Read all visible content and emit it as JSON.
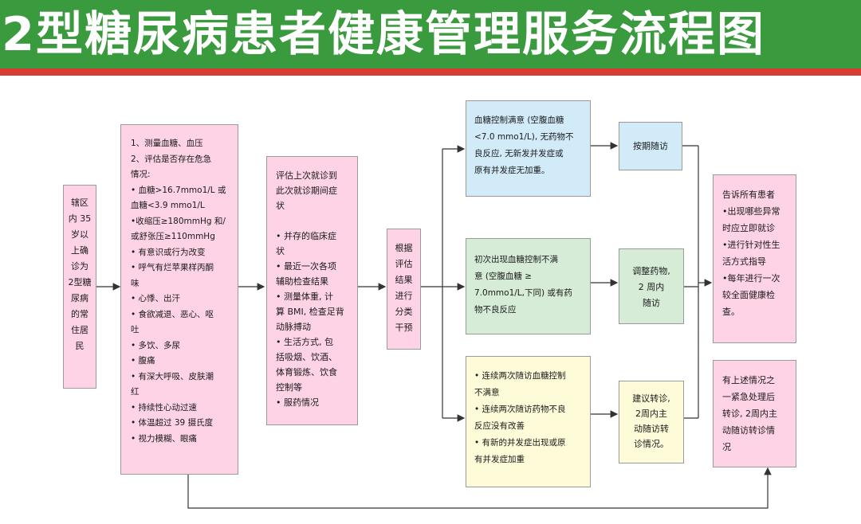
{
  "title": "2型糖尿病患者健康管理服务流程图",
  "colors": {
    "banner": "#3a9a3e",
    "accent_line": "#d93a34",
    "pink": "#fdd3e5",
    "blue": "#d2ebf9",
    "green": "#d6ecd6",
    "yellow": "#fdfbd8"
  },
  "nodes": {
    "residents": [
      "辖区",
      "内 35",
      "岁以",
      "上确",
      "诊为",
      "2型糖",
      "尿病",
      "的常",
      "住居",
      "民"
    ],
    "assessment": [
      "1、测量血糖、血压",
      "2、评估是否存在危急",
      "情况:",
      "• 血糖>16.7mmo1/L 或",
      "血糖<3.9 mmo1/L",
      "•收缩压≥180mmHg 和/",
      "或舒张压≥110mmHg",
      "• 有意识或行为改变",
      "• 呼气有烂苹果样丙酮",
      "味",
      "• 心悸、出汗",
      "• 食欲减退、恶心、呕",
      "吐",
      "• 多饮、多尿",
      "• 腹痛",
      "• 有深大呼吸、皮肤潮",
      "红",
      "• 持续性心动过速",
      "• 体温超过 39 摄氏度",
      "• 视力模糊、眼痛"
    ],
    "evaluation": [
      "评估上次就诊到",
      "此次就诊期间症",
      "状",
      "",
      "• 并存的临床症",
      "状",
      "• 最近一次各项",
      "辅助检查结果",
      "• 测量体重, 计",
      "算 BMI, 检查足背",
      "动脉搏动",
      "• 生活方式, 包",
      "括吸烟、饮酒、",
      "体育锻炼、饮食",
      "控制等",
      "• 服药情况"
    ],
    "classify": [
      "根据",
      "评估",
      "结果",
      "进行",
      "分类",
      "干预"
    ],
    "satisfied": [
      "血糖控制满意 (空腹血糖",
      "<7.0 mmo1/L), 无药物不",
      "良反应, 无新发并发症或",
      "原有并发症无加重。"
    ],
    "first_unsatisfied": [
      "初次出现血糖控制不满",
      "意 (空腹血糖 ≥",
      "7.0mmo1/L,下同) 或有药",
      "物不良反应"
    ],
    "repeat_unsatisfied": [
      "• 连续两次随访血糖控制",
      "不满意",
      "• 连续两次随访药物不良",
      "反应没有改善",
      "• 有新的并发症出现或原",
      "有并发症加重"
    ],
    "scheduled_followup": [
      "按期随访"
    ],
    "adjust_meds": [
      "调整药物,",
      "2 周内",
      "随访"
    ],
    "referral": [
      "建议转诊,",
      "2周内主",
      "动随访转",
      "诊情况。"
    ],
    "inform_all": [
      "告诉所有患者",
      "•出现哪些异常",
      "时应立即就诊",
      "•进行针对性生",
      "活方式指导",
      "•每年进行一次",
      "较全面健康检",
      "查。"
    ],
    "emergency": [
      "有上述情况之",
      "一紧急处理后",
      "转诊, 2周内主",
      "动随访转诊情",
      "况"
    ]
  }
}
